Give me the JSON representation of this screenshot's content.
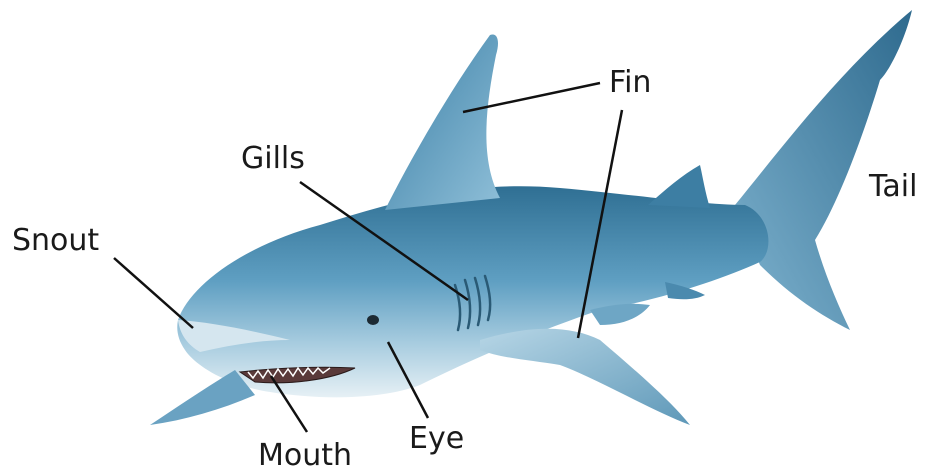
{
  "labels": {
    "fin": "Fin",
    "tail": "Tail",
    "gills": "Gills",
    "snout": "Snout",
    "eye": "Eye",
    "mouth": "Mouth"
  },
  "colors": {
    "body_dark": "#2f6f93",
    "body_mid": "#5f9fc2",
    "body_light": "#a9cde0",
    "belly": "#e6f0f5",
    "leader_line": "#111111",
    "label_text": "#1a1a1a"
  }
}
